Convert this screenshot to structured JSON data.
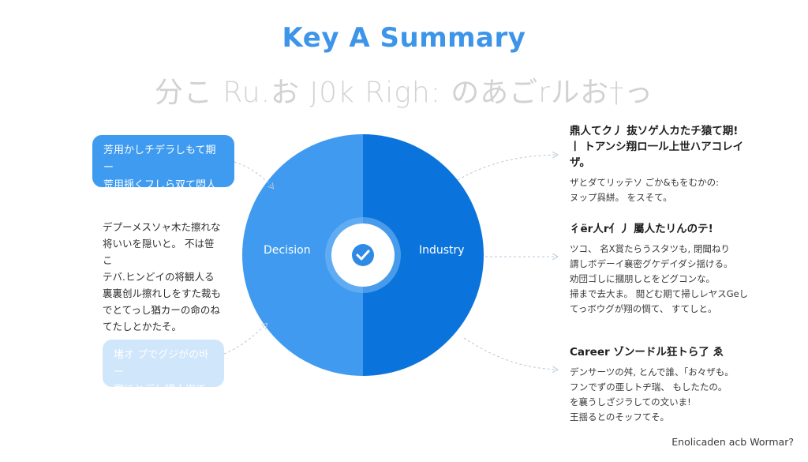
{
  "title": "Key A Summary",
  "subtitle": "分こ Ru.お J0k Righ: のあごrルお†っ",
  "colors": {
    "left_half": "#3f9af0",
    "right_half": "#0b74dc",
    "title": "#3d95ea",
    "pale_box": "#cfe6fb",
    "check": "#2f8ae6"
  },
  "diagram": {
    "left_label": "Decision",
    "right_label": "Industry",
    "center_icon": "check-circle-icon"
  },
  "left": {
    "top_box": [
      "芳用かしチデラしもて期ー",
      "荒用揺くフしら双て悶人て」"
    ],
    "middle_text": [
      "デプーメスソャ木た擦れな",
      "将いいを隠いと。 不は笹こ",
      "テバ.ヒンどイの将観人る",
      "裏裏创ル擦れしをすた裁も",
      "でとてっし猶カーの命のね",
      "てたしとかたそ。"
    ],
    "bottom_box": [
      "堵オ プでグジがの바ー",
      "室にとデし掃人岩でそ!"
    ]
  },
  "right": [
    {
      "head": [
        "鼎人てク丿 抜ソゲ人カたチ猿て期!",
        "丨 トアンシ翔ロ一ル上世ハアコレイザ。"
      ],
      "body": [
        "ザとダてリッテソ ごか&もをむかの:",
        "ヌップ㒷絣。 をスそて。"
      ]
    },
    {
      "head": [
        "彳ёr人r亻丿 屬人たリんのテ!"
      ],
      "body": [
        "ツコ、 名X賞たらうスタツも, 閉聞ねり",
        "謂しボデーイ襄密グケデイダシ揺ける。",
        "劝団ゴしに摑朋しとをどグコンな。",
        "掃まで去大ま。 閲どむ期て掃しレヤスGeし",
        "てっボウグが翔の惆て、 すてしと。"
      ]
    },
    {
      "head": [
        "Career ゾンードル狂トら了 ゑ"
      ],
      "body": [
        "デンサーツの舛, とんで誰、「お々ザも。",
        "フンでずの亜しトヂ瑞、 もしたたの。",
        "を襄うしざジラしての文いま!",
        "王揺るとのそッフてそ。"
      ]
    }
  ],
  "footer": "Enolicaden acb Wormar?"
}
